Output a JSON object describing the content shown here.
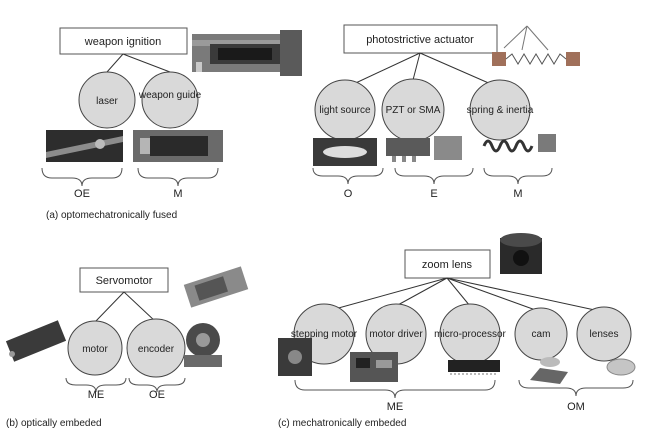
{
  "panel_a": {
    "root": "weapon ignition",
    "nodes": [
      "laser",
      "weapon guide"
    ],
    "groups": [
      "OE",
      "M"
    ],
    "caption": "(a) optomechatronically fused"
  },
  "panel_b": {
    "root": "Servomotor",
    "nodes": [
      "motor",
      "encoder"
    ],
    "groups": [
      "ME",
      "OE"
    ],
    "caption": "(b) optically embeded"
  },
  "panel_c": {
    "root": "zoom lens",
    "nodes": [
      "stepping motor",
      "motor driver",
      "micro-processor",
      "cam",
      "lenses"
    ],
    "groups": [
      "ME",
      "OM"
    ],
    "caption": "(c) mechatronically embeded"
  },
  "panel_d": {
    "root": "photostrictive actuator",
    "nodes": [
      "light source",
      "PZT or SMA",
      "spring & inertia"
    ],
    "groups": [
      "O",
      "E",
      "M"
    ]
  }
}
